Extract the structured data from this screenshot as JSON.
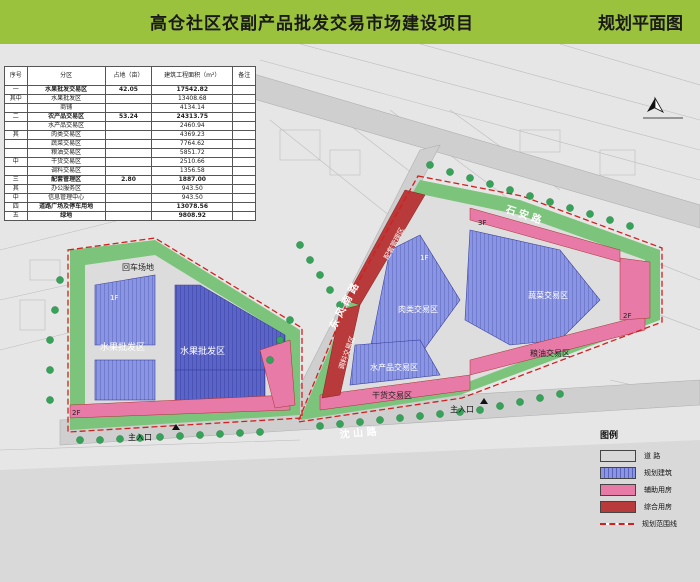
{
  "header": {
    "title": "高仓社区农副产品批发交易市场建设项目",
    "subtitle": "规划平面图"
  },
  "table": {
    "headers": [
      "序号",
      "分区",
      "占地（亩）",
      "建筑工程面积（m²）",
      "备注"
    ],
    "rows": [
      [
        "一",
        "水果批发交易区",
        "42.05",
        "17542.82",
        ""
      ],
      [
        "其中",
        "水果批发区",
        "",
        "13408.68",
        ""
      ],
      [
        "",
        "商铺",
        "",
        "4134.14",
        ""
      ],
      [
        "二",
        "农产品交易区",
        "53.24",
        "24313.75",
        ""
      ],
      [
        "",
        "水产品交易区",
        "",
        "2460.94",
        ""
      ],
      [
        "其",
        "肉类交易区",
        "",
        "4369.23",
        ""
      ],
      [
        "",
        "蔬菜交易区",
        "",
        "7764.62",
        ""
      ],
      [
        "",
        "粮油交易区",
        "",
        "5851.72",
        ""
      ],
      [
        "中",
        "干货交易区",
        "",
        "2510.66",
        ""
      ],
      [
        "",
        "调料交易区",
        "",
        "1356.58",
        ""
      ],
      [
        "三",
        "配套管理区",
        "2.80",
        "1887.00",
        ""
      ],
      [
        "其",
        "办公服务区",
        "",
        "943.50",
        ""
      ],
      [
        "中",
        "信息管理中心",
        "",
        "943.50",
        ""
      ],
      [
        "四",
        "道路广场及停车用地",
        "",
        "13078.56",
        ""
      ],
      [
        "五",
        "绿地",
        "",
        "9808.92",
        ""
      ]
    ]
  },
  "map_labels": {
    "parking": "回车场地",
    "fruit_1": "水果批发区",
    "fruit_2": "水果批发区",
    "meat": "肉类交易区",
    "vegetable": "蔬菜交易区",
    "aquatic": "水产品交易区",
    "dry": "干货交易区",
    "grain": "粮油交易区",
    "seasoning": "调料交易区",
    "management": "配套管理区",
    "floor_1": "1F",
    "floor_2": "2F",
    "floor_3": "3F",
    "main_entrance_1": "主入口",
    "main_entrance_2": "主入口",
    "road_east": "石 安 路",
    "road_river": "沈 山 路",
    "road_south": "东 风 南 路"
  },
  "legend": {
    "title": "图例",
    "items": [
      {
        "label": "道 路",
        "color": "#d8d8d8"
      },
      {
        "label": "规划建筑",
        "color": "#7a86d8"
      },
      {
        "label": "辅助用房",
        "color": "#e77aa6"
      },
      {
        "label": "综合用房",
        "color": "#b83a3a"
      },
      {
        "label": "规划范围线",
        "color": "#d22020"
      }
    ]
  },
  "colors": {
    "header_bg": "#9bc23c",
    "green": "#37a35a",
    "building": "#7a86d8",
    "auxiliary": "#e77aa6",
    "composite": "#b83a3a",
    "boundary": "#d22020"
  }
}
